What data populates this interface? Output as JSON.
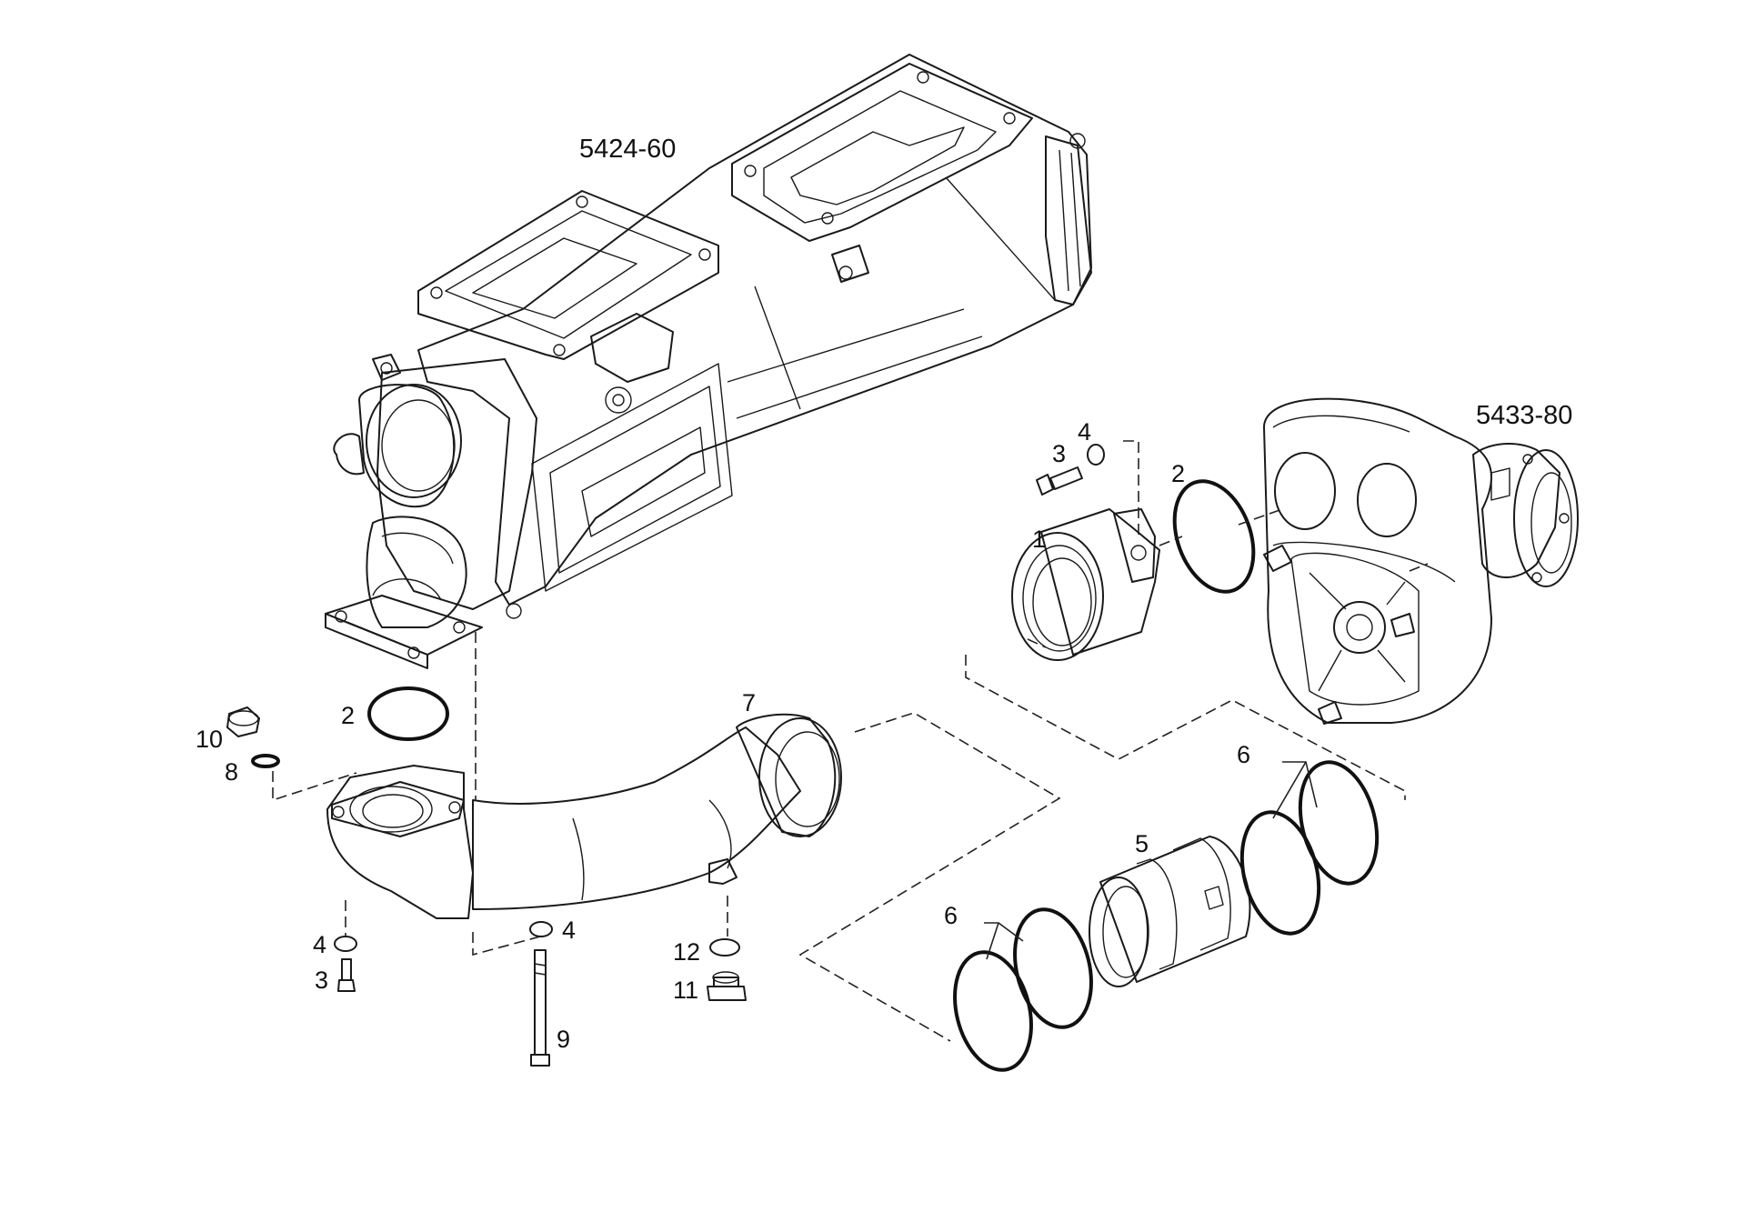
{
  "groups": {
    "top_housing": "5424-60",
    "right_housing": "5433-80"
  },
  "callouts": {
    "c1": "1",
    "c2a": "2",
    "c2b": "2",
    "c3a": "3",
    "c3b": "3",
    "c4a": "4",
    "c4b": "4",
    "c4c": "4",
    "c5": "5",
    "c6a": "6",
    "c6b": "6",
    "c7": "7",
    "c8": "8",
    "c9": "9",
    "c10": "10",
    "c11": "11",
    "c12": "12"
  }
}
